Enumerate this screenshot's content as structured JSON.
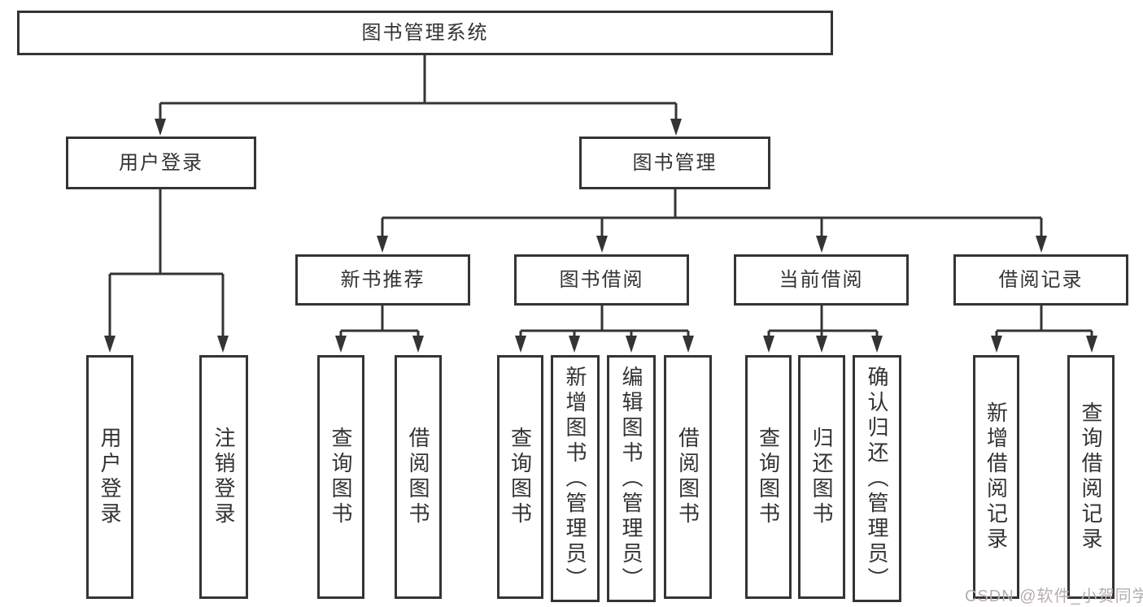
{
  "diagram": {
    "type": "hierarchy-tree",
    "line_color": "#343434",
    "text_color": "#333333",
    "box_background": "#ffffff",
    "tree": {
      "label": "图书管理系统",
      "children": [
        {
          "label": "用户登录",
          "children": [
            {
              "label": "用户登录"
            },
            {
              "label": "注销登录"
            }
          ]
        },
        {
          "label": "图书管理",
          "children": [
            {
              "label": "新书推荐",
              "children": [
                {
                  "label": "查询图书"
                },
                {
                  "label": "借阅图书"
                }
              ]
            },
            {
              "label": "图书借阅",
              "children": [
                {
                  "label": "查询图书"
                },
                {
                  "label": "新增图书（管理员）"
                },
                {
                  "label": "编辑图书（管理员）"
                },
                {
                  "label": "借阅图书"
                }
              ]
            },
            {
              "label": "当前借阅",
              "children": [
                {
                  "label": "查询图书"
                },
                {
                  "label": "归还图书"
                },
                {
                  "label": "确认归还（管理员）"
                }
              ]
            },
            {
              "label": "借阅记录",
              "children": [
                {
                  "label": "新增借阅记录"
                },
                {
                  "label": "查询借阅记录"
                }
              ]
            }
          ]
        }
      ]
    },
    "watermark": "CSDN @软件_小贺同学"
  }
}
